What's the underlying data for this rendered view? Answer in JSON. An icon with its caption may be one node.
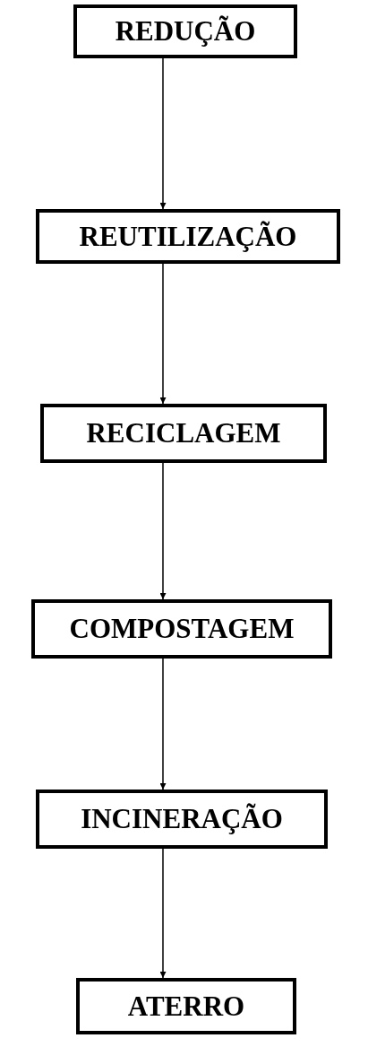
{
  "diagram": {
    "nodes": [
      {
        "text": [
          "REDUÇÃO"
        ]
      },
      {
        "text": [
          "REUTILIZAÇÃO"
        ]
      },
      {
        "text": [
          "RECICLAGEM"
        ]
      },
      {
        "text": [
          "COMPOSTAGEM"
        ]
      },
      {
        "text": [
          "INCINERAÇÃO"
        ]
      },
      {
        "text": [
          "ATERRO"
        ]
      }
    ],
    "edges": [
      {
        "from": 0,
        "to": 1,
        "arrow": "to"
      },
      {
        "from": 1,
        "to": 2,
        "arrow": "to"
      },
      {
        "from": 2,
        "to": 3,
        "arrow": "to"
      },
      {
        "from": 3,
        "to": 4,
        "arrow": "to"
      },
      {
        "from": 4,
        "to": 5,
        "arrow": "to"
      }
    ]
  }
}
